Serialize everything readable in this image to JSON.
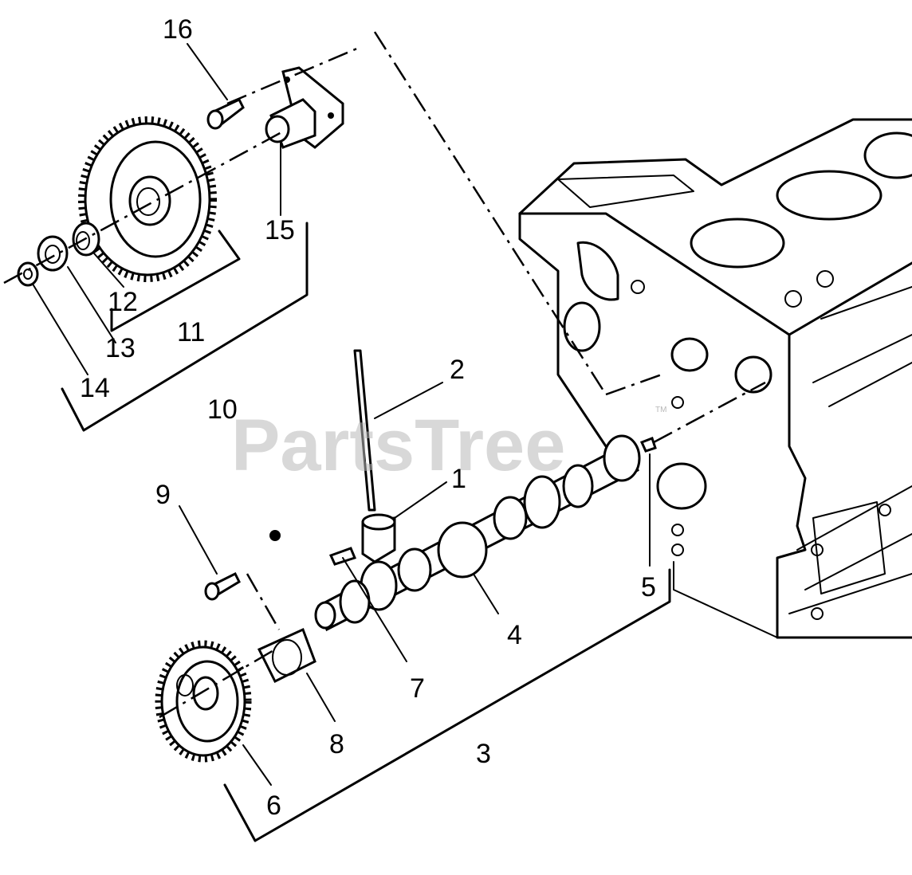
{
  "diagram": {
    "watermark": "PartsTree",
    "trademark": "TM",
    "callouts": [
      {
        "id": "1",
        "label": "1"
      },
      {
        "id": "2",
        "label": "2"
      },
      {
        "id": "3",
        "label": "3"
      },
      {
        "id": "4",
        "label": "4"
      },
      {
        "id": "5",
        "label": "5"
      },
      {
        "id": "6",
        "label": "6"
      },
      {
        "id": "7",
        "label": "7"
      },
      {
        "id": "8",
        "label": "8"
      },
      {
        "id": "9",
        "label": "9"
      },
      {
        "id": "10",
        "label": "10"
      },
      {
        "id": "11",
        "label": "11"
      },
      {
        "id": "12",
        "label": "12"
      },
      {
        "id": "13",
        "label": "13"
      },
      {
        "id": "14",
        "label": "14"
      },
      {
        "id": "15",
        "label": "15"
      },
      {
        "id": "16",
        "label": "16"
      }
    ]
  }
}
